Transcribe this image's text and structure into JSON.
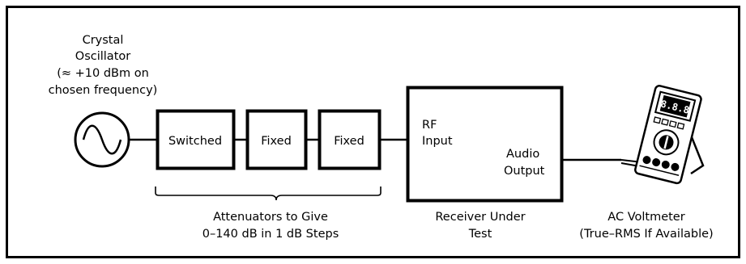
{
  "oscillator": {
    "caption_lines": [
      "Crystal",
      "Oscillator",
      "(≈ +10 dBm on",
      "chosen frequency)"
    ],
    "icon": "sine-wave-source-icon"
  },
  "attenuators": {
    "boxes": [
      "Switched",
      "Fixed",
      "Fixed"
    ],
    "caption_lines": [
      "Attenuators to Give",
      "0–140 dB in 1 dB Steps"
    ]
  },
  "receiver": {
    "input_lines": [
      "RF",
      "Input"
    ],
    "output_lines": [
      "Audio",
      "Output"
    ],
    "caption_lines": [
      "Receiver Under",
      "Test"
    ]
  },
  "voltmeter": {
    "display": "8.8.8",
    "icon": "multimeter-icon",
    "caption_lines": [
      "AC Voltmeter",
      "(True–RMS If Available)"
    ]
  },
  "colors": {
    "stroke": "#000000",
    "background": "#ffffff"
  }
}
